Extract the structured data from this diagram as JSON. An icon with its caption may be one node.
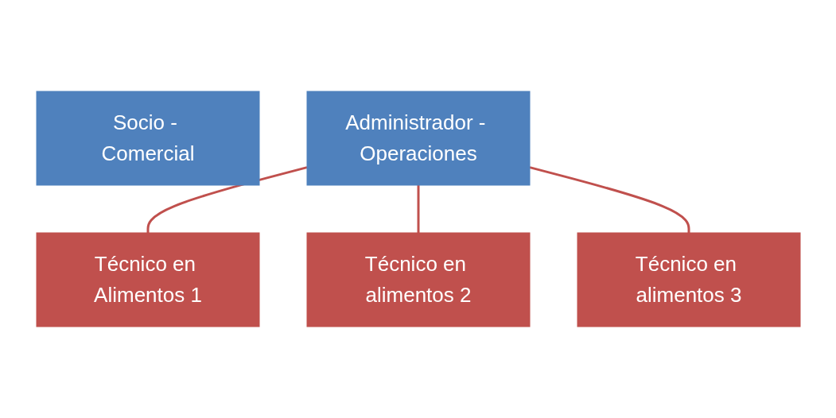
{
  "diagram": {
    "nodes": [
      {
        "text": [
          "Socio - Comercial"
        ]
      },
      {
        "text": [
          "Administrador - Operaciones"
        ]
      },
      {
        "text": [
          "Técnico en Alimentos 1"
        ]
      },
      {
        "text": [
          "Técnico en alimentos 2"
        ]
      },
      {
        "text": [
          "Técnico en alimentos 3"
        ]
      }
    ],
    "edges": [
      {
        "from": 1,
        "to": 2,
        "arrow": "none"
      },
      {
        "from": 1,
        "to": 3,
        "arrow": "none"
      },
      {
        "from": 1,
        "to": 4,
        "arrow": "none"
      }
    ]
  }
}
